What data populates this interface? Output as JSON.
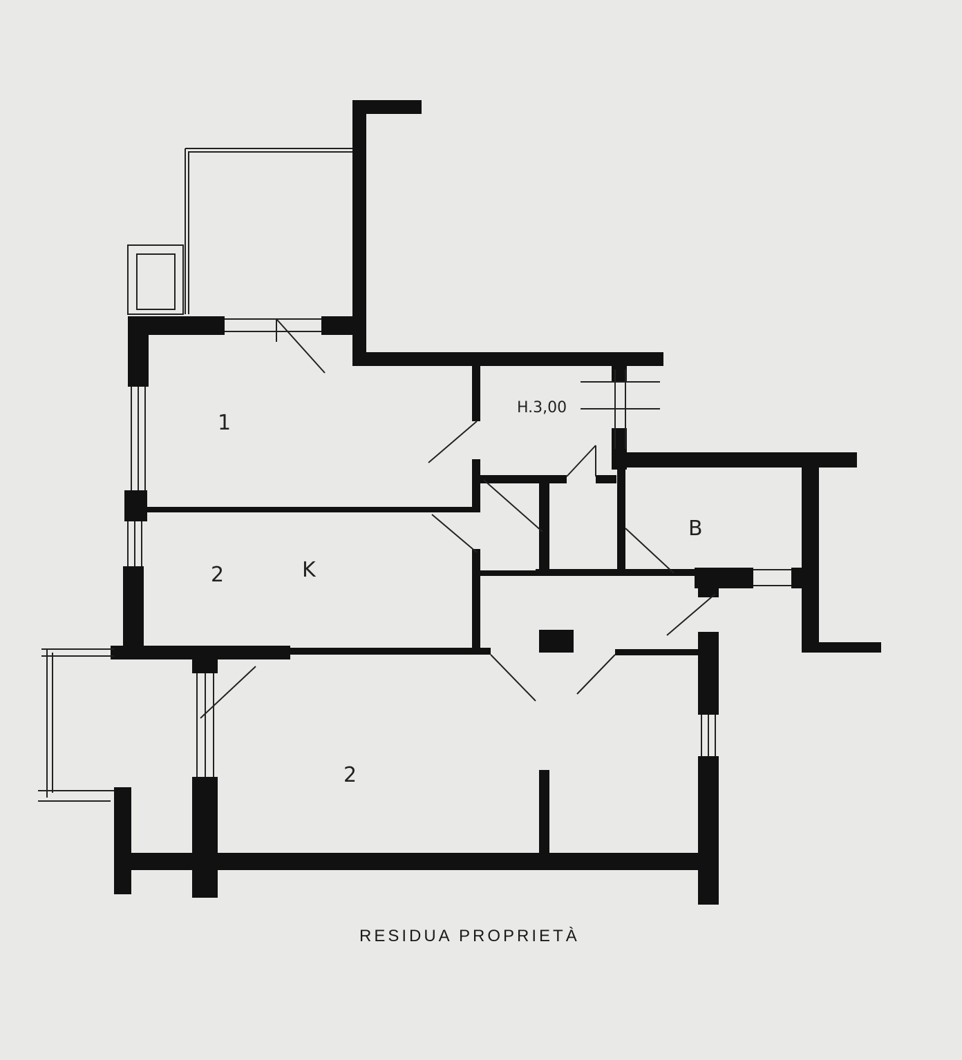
{
  "labels": {
    "room_1": "1",
    "room_2_upper": "2",
    "kitchen": "K",
    "height": "H.3,00",
    "bath": "B",
    "room_2_lower": "2"
  },
  "caption": "RESIDUA PROPRIETÀ",
  "colors": {
    "paper": "#e9e9e7",
    "ink": "#111111"
  }
}
